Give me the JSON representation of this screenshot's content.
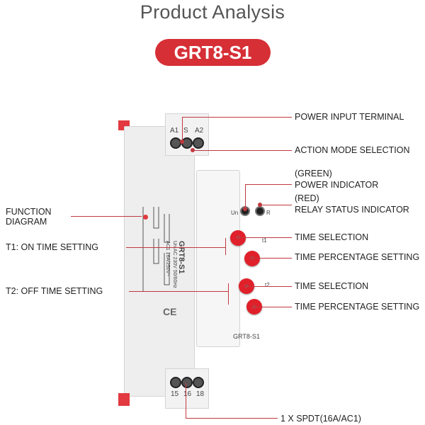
{
  "title": "Product Analysis",
  "model": "GRT8-S1",
  "device": {
    "terminals_top": [
      "A1",
      "S",
      "A2"
    ],
    "terminals_bottom": [
      "15",
      "16",
      "18"
    ],
    "led_labels": [
      "Un",
      "R"
    ],
    "side_text": "GRT8-S1",
    "side_spec_1": "Un:AC 230V 50/60Hz",
    "side_spec_2": "AC1 16A/250V~",
    "front_model": "GRT8-S1",
    "ce": "CE",
    "t1": "t1",
    "t2": "t2"
  },
  "callouts": {
    "power_input": "POWER INPUT TERMINAL",
    "action_mode": "ACTION MODE SELECTION",
    "green_tag": "(GREEN)",
    "power_indicator": "POWER INDICATOR",
    "red_tag": "(RED)",
    "relay_status": "RELAY STATUS INDICATOR",
    "function": "FUNCTION",
    "diagram": "DIAGRAM",
    "t1_on": "T1: ON TIME SETTING",
    "time_selection_1": "TIME SELECTION",
    "time_percentage_1": "TIME PERCENTAGE SETTING",
    "t2_off": "T2: OFF TIME SETTING",
    "time_selection_2": "TIME SELECTION",
    "time_percentage_2": "TIME PERCENTAGE SETTING",
    "spdt": "1 X SPDT(16A/AC1)"
  },
  "colors": {
    "accent": "#d62f36",
    "line": "#c0393f"
  }
}
